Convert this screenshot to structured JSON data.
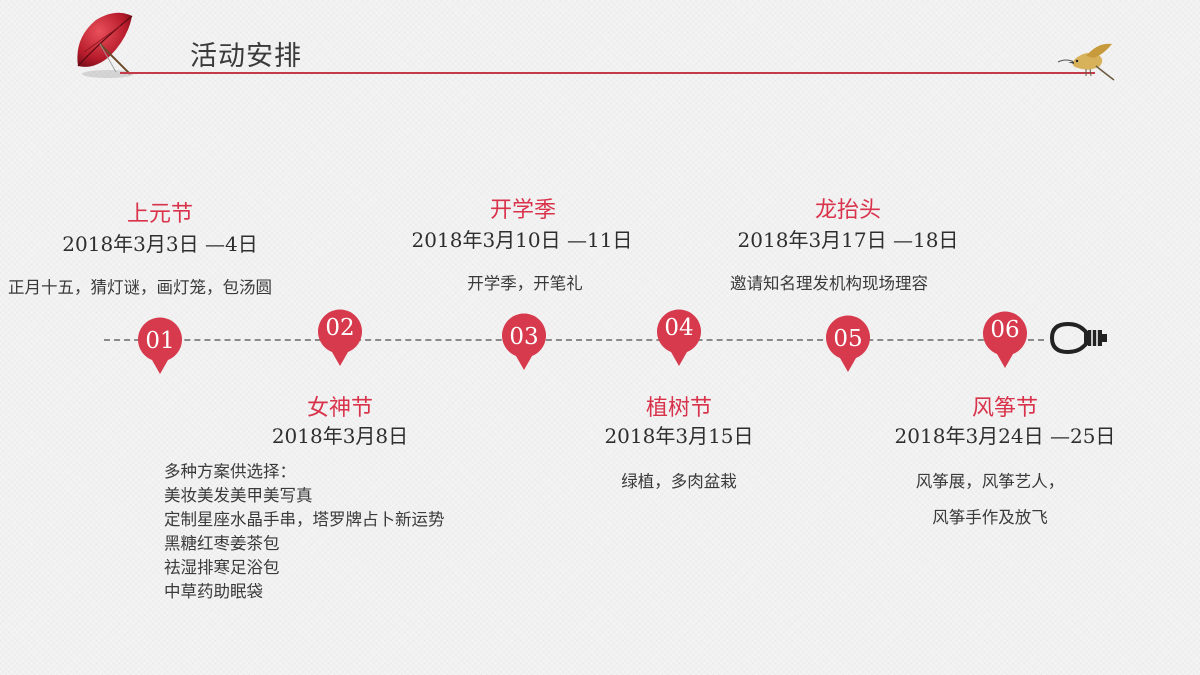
{
  "header": {
    "title": "活动安排"
  },
  "timeline": {
    "events": [
      {
        "num": "01",
        "title": "上元节",
        "date": "2018年3月3日 —4日",
        "desc": [
          "正月十五，猜灯谜，画灯笼，包汤圆"
        ]
      },
      {
        "num": "02",
        "title": "女神节",
        "date": "2018年3月8日",
        "desc": [
          "多种方案供选择：",
          "美妆美发美甲美写真",
          "定制星座水晶手串，塔罗牌占卜新运势",
          "黑糖红枣姜茶包",
          "祛湿排寒足浴包",
          "中草药助眠袋"
        ]
      },
      {
        "num": "03",
        "title": "开学季",
        "date": "2018年3月10日 —11日",
        "desc": [
          "开学季，开笔礼"
        ]
      },
      {
        "num": "04",
        "title": "植树节",
        "date": "2018年3月15日",
        "desc": [
          "绿植，多肉盆栽"
        ]
      },
      {
        "num": "05",
        "title": "龙抬头",
        "date": "2018年3月17日 —18日",
        "desc": [
          "邀请知名理发机构现场理容"
        ]
      },
      {
        "num": "06",
        "title": "风筝节",
        "date": "2018年3月24日 —25日",
        "desc": [
          "风筝展，风筝艺人，",
          "风筝手作及放飞"
        ]
      }
    ]
  },
  "colors": {
    "accent": "#d9334c",
    "marker": "#d63a4c",
    "rule": "#c33a48"
  },
  "icons": {
    "left": "umbrella-icon",
    "right": "bird-icon",
    "end": "lightbulb-icon"
  }
}
